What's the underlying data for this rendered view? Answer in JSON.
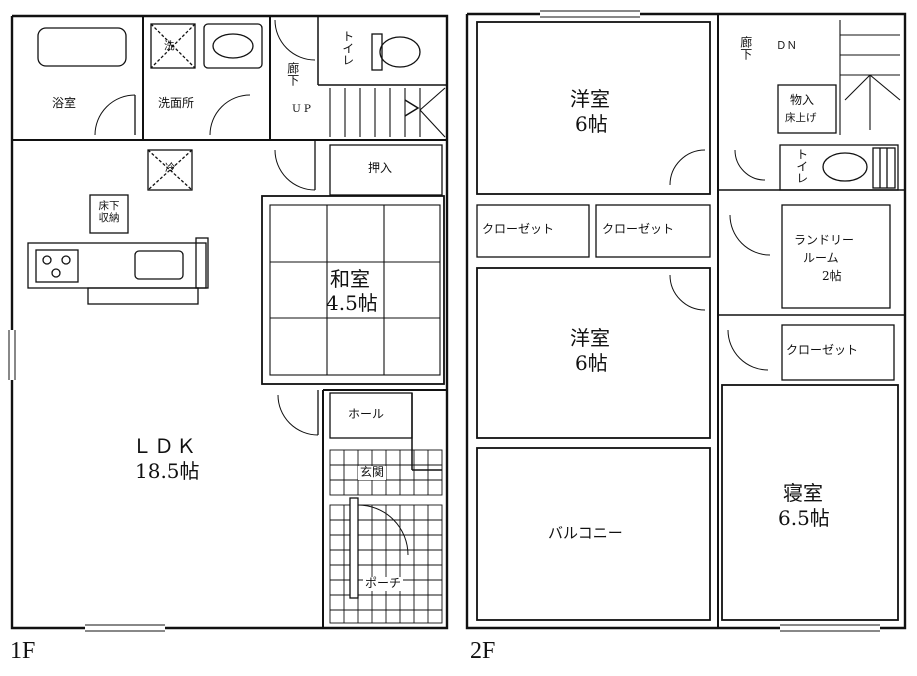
{
  "first_floor": {
    "label": "1F",
    "rooms": {
      "bath": "浴室",
      "washroom": "洗面所",
      "toilet": "トイレ",
      "hallway": "廊下",
      "stairs_up": "UP",
      "closet_oshiire": "押入",
      "washitsu_name": "和室",
      "washitsu_size": "4.5帖",
      "ldk_name": "ＬＤＫ",
      "ldk_size": "18.5帖",
      "underfloor_storage": "床下収納",
      "hall": "ホール",
      "entrance": "玄関",
      "porch": "ポーチ",
      "washer_mark": "洗",
      "fridge_mark": "冷"
    }
  },
  "second_floor": {
    "label": "2F",
    "rooms": {
      "western1_name": "洋室",
      "western1_size": "6帖",
      "western2_name": "洋室",
      "western2_size": "6帖",
      "closet_a": "クローゼット",
      "closet_b": "クローゼット",
      "closet_c": "クローゼット",
      "hallway": "廊下",
      "stairs_down": "ＤＮ",
      "storage_name": "物入",
      "storage_note": "床上げ",
      "toilet": "トイレ",
      "laundry_name": "ランドリー",
      "laundry_name2": "ルーム",
      "laundry_size": "2帖",
      "balcony": "バルコニー",
      "bedroom_name": "寝室",
      "bedroom_size": "6.5帖"
    }
  }
}
